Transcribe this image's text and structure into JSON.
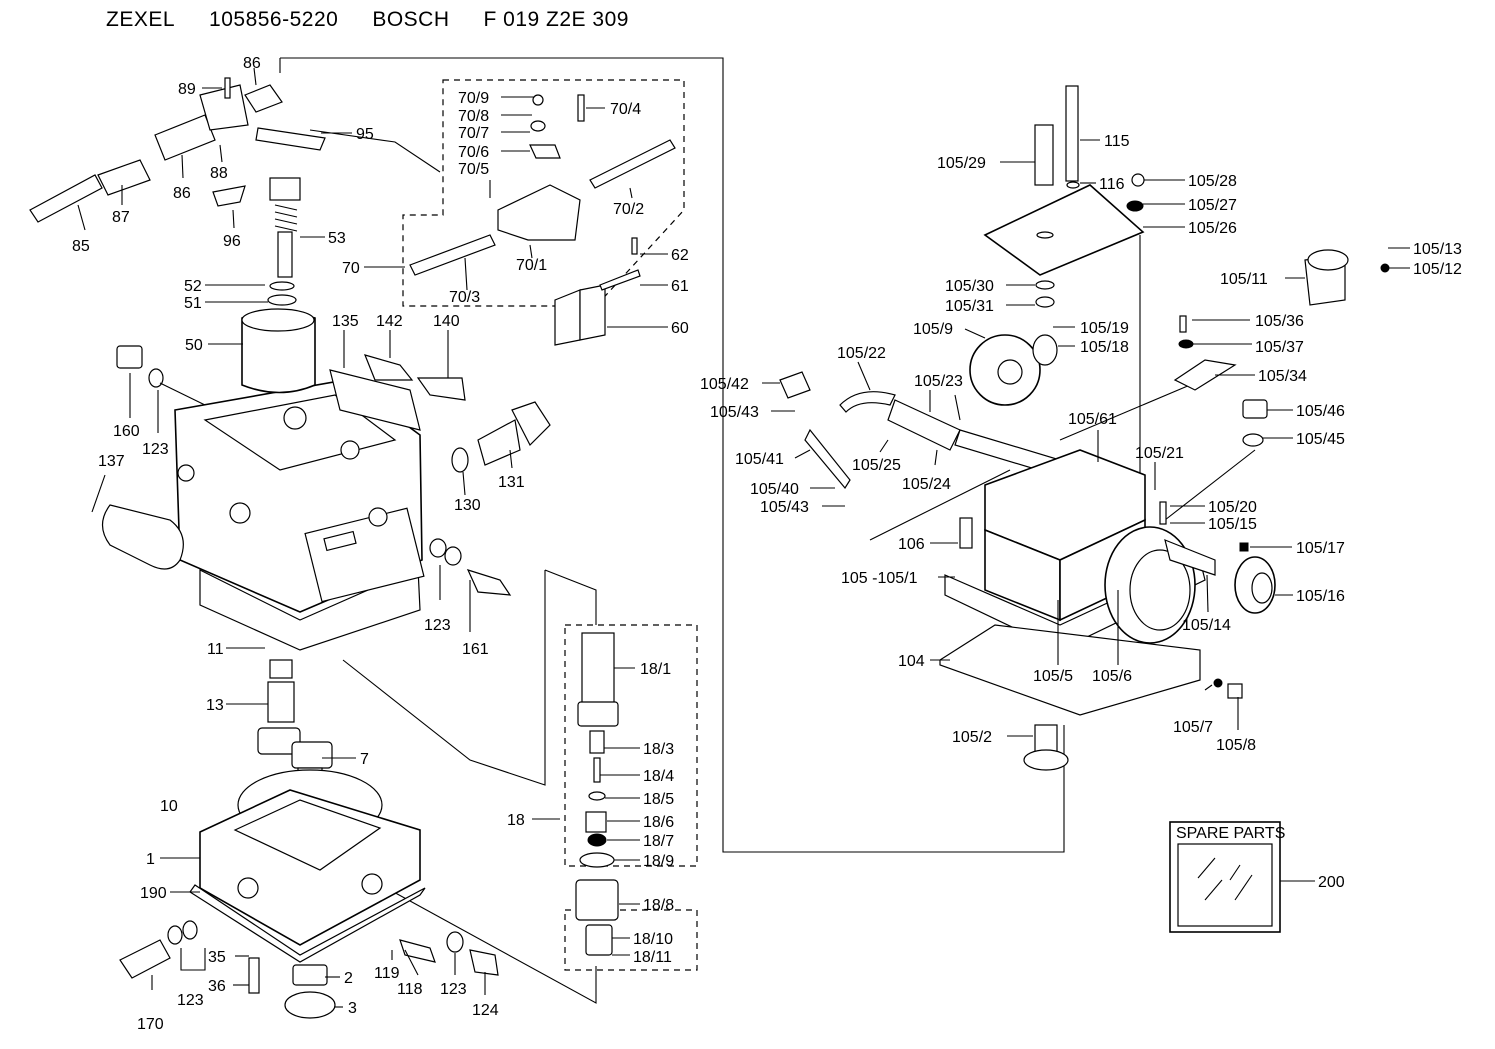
{
  "header": {
    "brand": "ZEXEL",
    "part_number": "105856-5220",
    "maker": "BOSCH",
    "bosch_number": "F 019 Z2E 309"
  },
  "spare_parts_box": {
    "title": "SPARE PARTS",
    "ref": "200"
  },
  "callouts": [
    {
      "id": "c89",
      "text": "89"
    },
    {
      "id": "c86a",
      "text": "86"
    },
    {
      "id": "c86b",
      "text": "86"
    },
    {
      "id": "c95",
      "text": "95"
    },
    {
      "id": "c87",
      "text": "87"
    },
    {
      "id": "c88",
      "text": "88"
    },
    {
      "id": "c85",
      "text": "85"
    },
    {
      "id": "c96",
      "text": "96"
    },
    {
      "id": "c53",
      "text": "53"
    },
    {
      "id": "c52",
      "text": "52"
    },
    {
      "id": "c51",
      "text": "51"
    },
    {
      "id": "c50",
      "text": "50"
    },
    {
      "id": "c160",
      "text": "160"
    },
    {
      "id": "c123a",
      "text": "123"
    },
    {
      "id": "c137",
      "text": "137"
    },
    {
      "id": "c135",
      "text": "135"
    },
    {
      "id": "c142",
      "text": "142"
    },
    {
      "id": "c140",
      "text": "140"
    },
    {
      "id": "c130",
      "text": "130"
    },
    {
      "id": "c131",
      "text": "131"
    },
    {
      "id": "c123b",
      "text": "123"
    },
    {
      "id": "c161",
      "text": "161"
    },
    {
      "id": "c11",
      "text": "11"
    },
    {
      "id": "c13",
      "text": "13"
    },
    {
      "id": "c7",
      "text": "7"
    },
    {
      "id": "c10",
      "text": "10"
    },
    {
      "id": "c1",
      "text": "1"
    },
    {
      "id": "c190",
      "text": "190"
    },
    {
      "id": "c35",
      "text": "35"
    },
    {
      "id": "c36",
      "text": "36"
    },
    {
      "id": "c2",
      "text": "2"
    },
    {
      "id": "c3",
      "text": "3"
    },
    {
      "id": "c170",
      "text": "170"
    },
    {
      "id": "c123c",
      "text": "123"
    },
    {
      "id": "c119",
      "text": "119"
    },
    {
      "id": "c118",
      "text": "118"
    },
    {
      "id": "c123d",
      "text": "123"
    },
    {
      "id": "c124",
      "text": "124"
    },
    {
      "id": "c70_9",
      "text": "70/9"
    },
    {
      "id": "c70_8",
      "text": "70/8"
    },
    {
      "id": "c70_7",
      "text": "70/7"
    },
    {
      "id": "c70_6",
      "text": "70/6"
    },
    {
      "id": "c70_5",
      "text": "70/5"
    },
    {
      "id": "c70_4",
      "text": "70/4"
    },
    {
      "id": "c70_2",
      "text": "70/2"
    },
    {
      "id": "c70",
      "text": "70"
    },
    {
      "id": "c70_3",
      "text": "70/3"
    },
    {
      "id": "c70_1",
      "text": "70/1"
    },
    {
      "id": "c62",
      "text": "62"
    },
    {
      "id": "c61",
      "text": "61"
    },
    {
      "id": "c60",
      "text": "60"
    },
    {
      "id": "c18_1",
      "text": "18/1"
    },
    {
      "id": "c18_3",
      "text": "18/3"
    },
    {
      "id": "c18_4",
      "text": "18/4"
    },
    {
      "id": "c18_5",
      "text": "18/5"
    },
    {
      "id": "c18",
      "text": "18"
    },
    {
      "id": "c18_6",
      "text": "18/6"
    },
    {
      "id": "c18_7",
      "text": "18/7"
    },
    {
      "id": "c18_9",
      "text": "18/9"
    },
    {
      "id": "c18_8",
      "text": "18/8"
    },
    {
      "id": "c18_10",
      "text": "18/10"
    },
    {
      "id": "c18_11",
      "text": "18/11"
    },
    {
      "id": "c115",
      "text": "115"
    },
    {
      "id": "c105_29",
      "text": "105/29"
    },
    {
      "id": "c116",
      "text": "116"
    },
    {
      "id": "c105_28",
      "text": "105/28"
    },
    {
      "id": "c105_27",
      "text": "105/27"
    },
    {
      "id": "c105_26",
      "text": "105/26"
    },
    {
      "id": "c105_13",
      "text": "105/13"
    },
    {
      "id": "c105_11",
      "text": "105/11"
    },
    {
      "id": "c105_12",
      "text": "105/12"
    },
    {
      "id": "c105_30",
      "text": "105/30"
    },
    {
      "id": "c105_31",
      "text": "105/31"
    },
    {
      "id": "c105_9",
      "text": "105/9"
    },
    {
      "id": "c105_19",
      "text": "105/19"
    },
    {
      "id": "c105_18",
      "text": "105/18"
    },
    {
      "id": "c105_36",
      "text": "105/36"
    },
    {
      "id": "c105_37",
      "text": "105/37"
    },
    {
      "id": "c105_22",
      "text": "105/22"
    },
    {
      "id": "c105_42",
      "text": "105/42"
    },
    {
      "id": "c105_23",
      "text": "105/23"
    },
    {
      "id": "c105_34",
      "text": "105/34"
    },
    {
      "id": "c105_43a",
      "text": "105/43"
    },
    {
      "id": "c105_46",
      "text": "105/46"
    },
    {
      "id": "c105_61",
      "text": "105/61"
    },
    {
      "id": "c105_45",
      "text": "105/45"
    },
    {
      "id": "c105_41",
      "text": "105/41"
    },
    {
      "id": "c105_25",
      "text": "105/25"
    },
    {
      "id": "c105_21",
      "text": "105/21"
    },
    {
      "id": "c105_40",
      "text": "105/40"
    },
    {
      "id": "c105_24",
      "text": "105/24"
    },
    {
      "id": "c105_43b",
      "text": "105/43"
    },
    {
      "id": "c105_20",
      "text": "105/20"
    },
    {
      "id": "c105_15",
      "text": "105/15"
    },
    {
      "id": "c106",
      "text": "106"
    },
    {
      "id": "c105_17",
      "text": "105/17"
    },
    {
      "id": "c105_105_1",
      "text": "105 -105/1"
    },
    {
      "id": "c105_16",
      "text": "105/16"
    },
    {
      "id": "c105_14",
      "text": "105/14"
    },
    {
      "id": "c104",
      "text": "104"
    },
    {
      "id": "c105_5",
      "text": "105/5"
    },
    {
      "id": "c105_6",
      "text": "105/6"
    },
    {
      "id": "c105_7",
      "text": "105/7"
    },
    {
      "id": "c105_8",
      "text": "105/8"
    },
    {
      "id": "c105_2",
      "text": "105/2"
    }
  ]
}
